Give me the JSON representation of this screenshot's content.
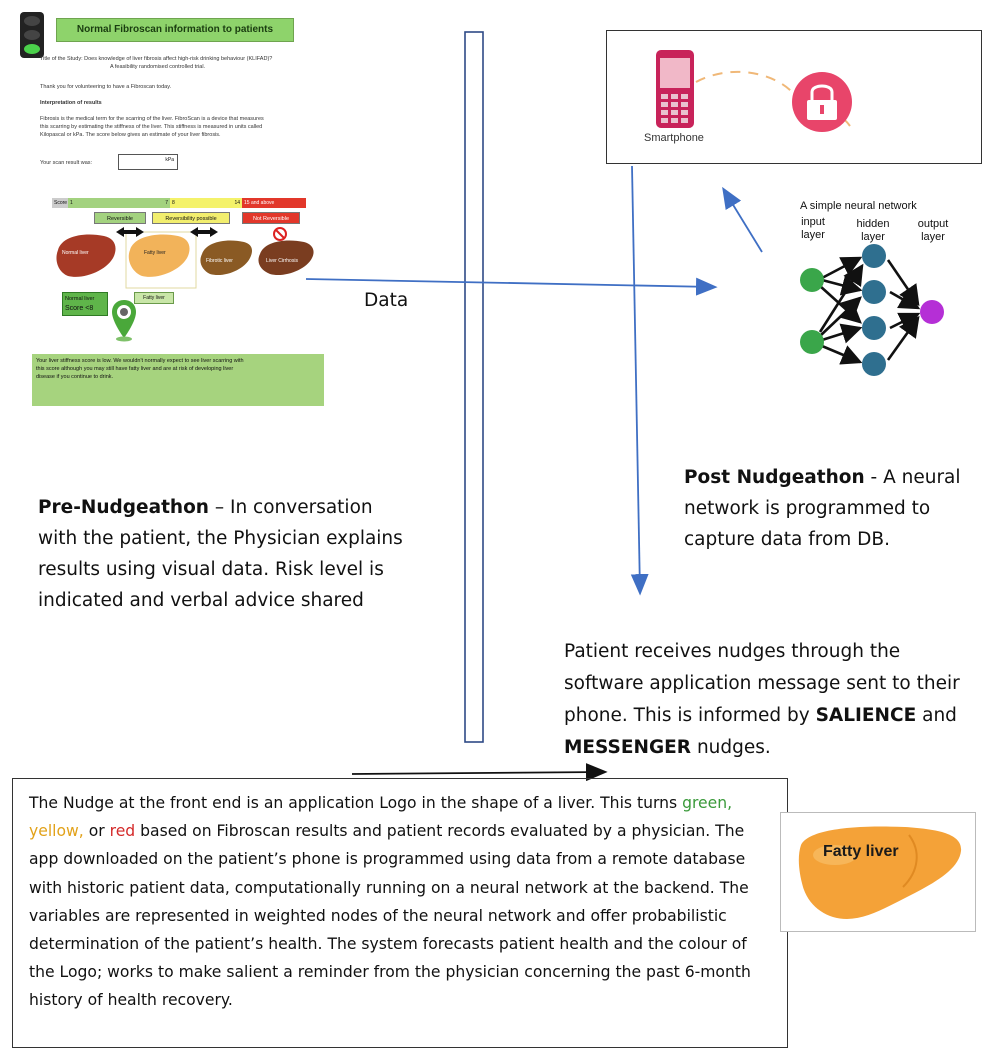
{
  "fibroscan": {
    "title": "Normal Fibroscan information to patients",
    "study_line1": "Title of the Study: Does knowledge of liver fibrosis affect high-risk drinking behaviour (KLIFAD)?",
    "study_line2": "A feasibility randomised controlled trial.",
    "thanks": "Thank you for volunteering to have a Fibroscan today.",
    "interp_heading": "Interpretation of results",
    "interp_line1": "Fibrosis is the medical term for the scarring of the liver.  FibroScan is a device that measures",
    "interp_line2": "this scarring by estimating the stiffness of the liver. This stiffness is measured in units called",
    "interp_line3": "Kilopascal or kPa. The score below gives an estimate of your liver fibrosis.",
    "result_label": "Your scan result was:",
    "result_unit": "kPa",
    "scale": {
      "score_label": "Score",
      "s1": "1",
      "s7": "7",
      "s8": "8",
      "s14": "14",
      "s15": "15 and above"
    },
    "badges": {
      "reversible": "Reversible",
      "possible": "Reversibility possible",
      "not_reversible": "Not Reversible"
    },
    "livers": {
      "normal": "Normal liver",
      "fatty": "Fatty liver",
      "fibrotic": "Fibrotic liver",
      "cirrhosis": "Liver Cirrhosis"
    },
    "marker_normal_line1": "Normal liver",
    "marker_normal_line2": "Score <8",
    "marker_fatty": "Fatty liver",
    "footer_line1": "Your liver stiffness score is low. We wouldn't normally expect to see liver scarring with",
    "footer_line2": "this score although you may still have fatty liver and are at risk of developing liver",
    "footer_line3": "disease if you continue to drink."
  },
  "data_label": "Data",
  "phone": {
    "caption": "Smartphone"
  },
  "neural_net": {
    "title": "A simple neural network",
    "input_line1": "input",
    "input_line2": "layer",
    "hidden_line1": "hidden",
    "hidden_line2": "layer",
    "output_line1": "output",
    "output_line2": "layer"
  },
  "pre": {
    "bold": "Pre-Nudgeathon",
    "rest": " – In conversation with the patient, the Physician explains results using visual data. Risk level is indicated and verbal advice shared"
  },
  "post": {
    "bold": "Post Nudgeathon",
    "rest": " - A neural network is programmed to capture data from DB."
  },
  "receive": {
    "text1": "Patient receives nudges through the software application message sent to their phone. This is informed by ",
    "bold1": "SALIENCE",
    "and": " and ",
    "bold2": "MESSENGER",
    "end": " nudges."
  },
  "nudge_box": {
    "t1": "The Nudge at the front end is an application  Logo in the shape of a liver. This turns ",
    "green": "green,",
    "sp1": " ",
    "yellow": "yellow,",
    "sp2": "  or ",
    "red": "red",
    "t2": " based on Fibroscan results and patient records evaluated by a physician. The app downloaded on the patient’s phone is programmed using data from a remote database with historic patient data, computationally running on a neural network at the backend. The variables are represented in weighted nodes of the neural network and offer probabilistic determination of the patient’s health. The system forecasts patient health and the colour of the Logo; works to make salient a reminder from the physician concerning the past 6-month history of health recovery."
  },
  "fatty_card": {
    "label": "Fatty liver"
  },
  "colors": {
    "green": "#3a9a3a",
    "yellow": "#e2a21a",
    "red": "#d42a2a",
    "arrow_blue": "#3f6fc4",
    "node_teal": "#2f6f8f",
    "node_green": "#3aa64a",
    "node_purple": "#b52fd6",
    "lock_pink": "#e8456a",
    "phone_red": "#c8235a"
  }
}
